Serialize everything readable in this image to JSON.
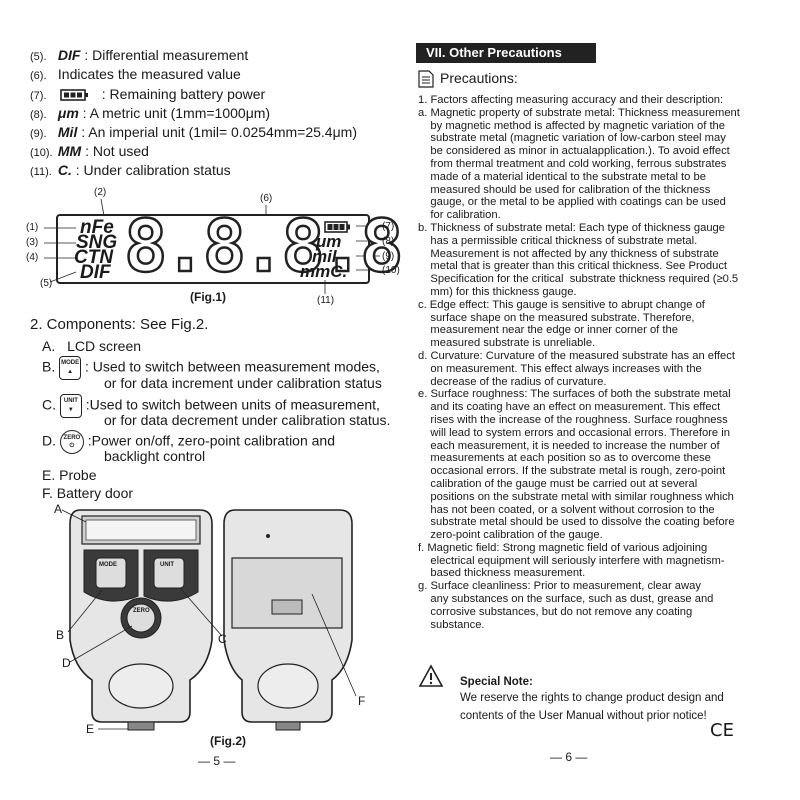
{
  "legend": [
    {
      "num": "(5).",
      "sym": "DIF",
      "text": ": Differential measurement"
    },
    {
      "num": "(6).",
      "sym": "",
      "text": "Indicates the measured value"
    },
    {
      "num": "(7).",
      "sym": "",
      "text": ": Remaining battery power",
      "battery": true
    },
    {
      "num": "(8).",
      "sym": "μm",
      "text": ": A metric unit (1mm=1000μm)"
    },
    {
      "num": "(9).",
      "sym": "Mil",
      "text": ": An imperial unit (1mil= 0.0254mm=25.4μm)"
    },
    {
      "num": "(10).",
      "sym": "MM",
      "text": ": Not used"
    },
    {
      "num": "(11).",
      "sym": "C.",
      "text": ": Under calibration status"
    }
  ],
  "lcd": {
    "left": [
      "nFe",
      "SNG",
      "CTN",
      "DIF"
    ],
    "digits": "8.8.8.8",
    "right": [
      "μm",
      "mil",
      "mmC."
    ],
    "callouts_left": [
      "(1)",
      "(3)",
      "(4)",
      "(5)"
    ],
    "callouts_right": [
      "(7)",
      "(8)",
      "(9)",
      "(10)"
    ],
    "callout_top_2": "(2)",
    "callout_top_6": "(6)",
    "callout_bottom_11": "(11)",
    "caption": "(Fig.1)"
  },
  "components": {
    "title": "2. Components: See Fig.2.",
    "a": {
      "label": "A.",
      "text": "LCD screen"
    },
    "b": {
      "label": "B.",
      "key": "MODE",
      "line1": ": Used to switch between measurement modes,",
      "line2": "or for data increment under calibration status"
    },
    "c": {
      "label": "C.",
      "key": "UNIT",
      "line1": ":Used to switch between units of measurement,",
      "line2": "or for data decrement under calibration status."
    },
    "d": {
      "label": "D.",
      "key": "ZERO",
      "line1": ":Power on/off, zero-point calibration and",
      "line2": "backlight control"
    },
    "e": {
      "label": "E. Probe"
    },
    "f": {
      "label": "F. Battery door"
    }
  },
  "fig2": {
    "callouts": [
      "A",
      "B",
      "C",
      "D",
      "E",
      "F"
    ],
    "mode_key": "MODE",
    "unit_key": "UNIT",
    "zero_key": "ZERO",
    "caption": "(Fig.2)"
  },
  "page_left": "— 5 —",
  "page_right": "— 6 —",
  "right": {
    "heading": "VII. Other Precautions",
    "subheading": "Precautions:",
    "paragraphs": [
      "1. Factors affecting measuring accuracy and their description:",
      "a. Magnetic property of substrate metal: Thickness measurement",
      "    by magnetic method is affected by magnetic variation of the",
      "    substrate metal (magnetic variation of low-carbon steel may",
      "    be considered as minor in actualapplication.). To avoid effect",
      "    from thermal treatment and cold working, ferrous substrates",
      "    made of a material identical to the substrate metal to be",
      "    measured should be used for calibration of the thickness",
      "    gauge, or the metal to be applied with coatings can be used",
      "    for calibration.",
      "b. Thickness of substrate metal: Each type of thickness gauge",
      "    has a permissible critical thickness of substrate metal.",
      "    Measurement is not affected by any thickness of substrate",
      "    metal that is greater than this critical thickness. See Product",
      "    Specification for the critical  substrate thickness required (≥0.5",
      "    mm) for this thickness gauge.",
      "c. Edge effect: This gauge is sensitive to abrupt change of",
      "    surface shape on the measured substrate. Therefore,",
      "    measurement near the edge or inner corner of the",
      "    measured substrate is unreliable.",
      "d. Curvature: Curvature of the measured substrate has an effect",
      "    on measurement. This effect always increases with the",
      "    decrease of the radius of curvature.",
      "e. Surface roughness: The surfaces of both the substrate metal",
      "    and its coating have an effect on measurement. This effect",
      "    rises with the increase of the roughness. Surface roughness",
      "    will lead to system errors and occasional errors. Therefore in",
      "    each measurement, it is needed to increase the number of",
      "    measurements at each position so as to overcome these",
      "    occasional errors. If the substrate metal is rough, zero-point",
      "    calibration of the gauge must be carried out at several",
      "    positions on the substrate metal with similar roughness which",
      "    has not been coated, or a solvent without corrosion to the",
      "    substrate metal should be used to dissolve the coating before",
      "    zero-point calibration of the gauge.",
      "f. Magnetic field: Strong magnetic field of various adjoining",
      "    electrical equipment will seriously interfere with magnetism-",
      "    based thickness measurement.",
      "g. Surface cleanliness: Prior to measurement, clear away",
      "    any substances on the surface, such as dust, grease and",
      "    corrosive substances, but do not remove any coating",
      "    substance."
    ],
    "note_title": "Special Note:",
    "note_line1": "We reserve the rights to change product design and",
    "note_line2": "contents of the User Manual without prior notice!",
    "ce": "CE"
  }
}
